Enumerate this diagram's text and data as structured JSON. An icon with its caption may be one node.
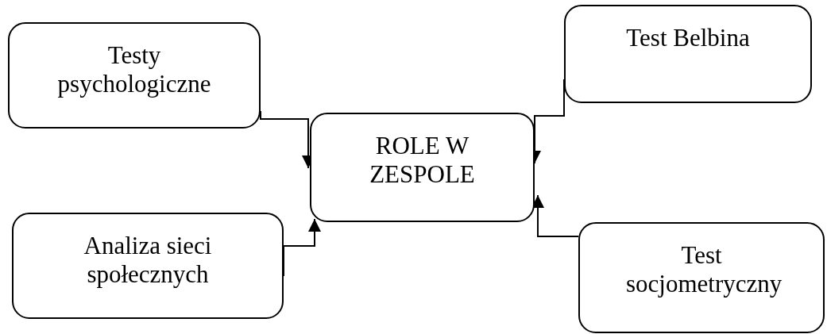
{
  "diagram": {
    "nodes": [
      {
        "text": [
          "Testy psychologiczne"
        ]
      },
      {
        "text": [
          "Test Belbina"
        ]
      },
      {
        "text": [
          "ROLE W ZESPOLE"
        ]
      },
      {
        "text": [
          "Analiza sieci społecznych"
        ]
      },
      {
        "text": [
          "Test socjometryczny"
        ]
      }
    ],
    "edges": [
      {
        "from": 0,
        "to": 2,
        "arrow": "to"
      },
      {
        "from": 1,
        "to": 2,
        "arrow": "to"
      },
      {
        "from": 3,
        "to": 2,
        "arrow": "to"
      },
      {
        "from": 4,
        "to": 2,
        "arrow": "to"
      }
    ]
  }
}
